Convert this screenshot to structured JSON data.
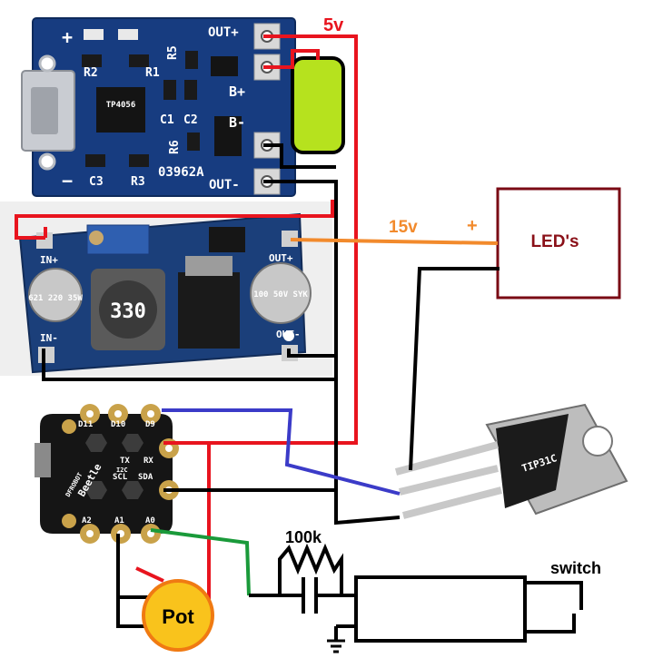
{
  "charger_board": {
    "labels": {
      "out_plus": "OUT+",
      "out_minus": "OUT-",
      "b_plus": "B+",
      "b_minus": "B-",
      "r1": "R1",
      "r2": "R2",
      "r3": "R3",
      "r5": "R5",
      "r6": "R6",
      "c1": "C1",
      "c2": "C2",
      "c3": "C3",
      "plus": "+",
      "minus": "−",
      "board_code": "03962A",
      "chip": "TP4056"
    }
  },
  "boost_board": {
    "labels": {
      "in_plus": "IN+",
      "in_minus": "IN-",
      "out_plus": "OUT+",
      "out_minus": "OUT-",
      "inductor": "330",
      "cap_left": "621 220 35W",
      "cap_right": "100 50V SYK"
    }
  },
  "beetle_board": {
    "labels": {
      "brand": "DFROBOT",
      "name": "Beetle",
      "d11": "D11",
      "d10": "D10",
      "d9": "D9",
      "tx": "TX",
      "rx": "RX",
      "scl": "SCL",
      "sda": "SDA",
      "a2": "A2",
      "a1": "A1",
      "a0": "A0",
      "i2c": "I2C"
    }
  },
  "annotations": {
    "v5": "5v",
    "v15": "15v",
    "plus": "+",
    "leds": "LED's",
    "resistor": "100k",
    "switch": "switch",
    "pot": "Pot",
    "transistor": "TIP31C"
  },
  "colors": {
    "red_wire": "#e8141e",
    "black_wire": "#000000",
    "blue_wire": "#3b3bc8",
    "green_wire": "#1a9a3a",
    "orange_wire": "#f28a2c",
    "led_box_border": "#7a0a14",
    "led_text": "#8a1018",
    "battery_fill": "#b6e21e",
    "pot_fill": "#f9c31c",
    "pot_border": "#f07a12",
    "pcb_blue": "#163a78"
  }
}
